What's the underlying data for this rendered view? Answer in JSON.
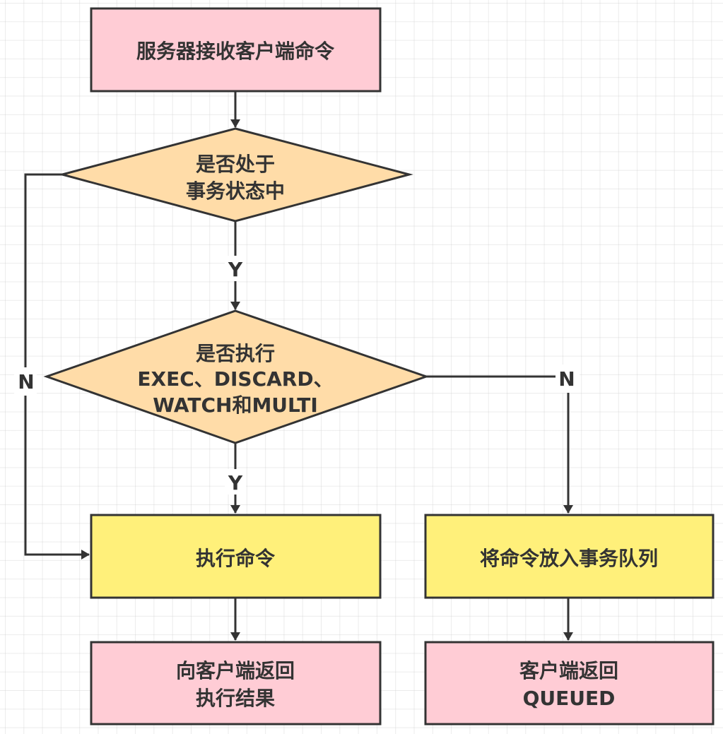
{
  "title": "Redis transaction command handling flowchart",
  "colors": {
    "stroke": "#333333",
    "process_pink": "#ffccd5",
    "decision_orange": "#ffdca8",
    "action_yellow": "#fff07a",
    "text": "#333333"
  },
  "nodes": {
    "receive": {
      "type": "process",
      "lines": [
        "服务器接收客户端命令"
      ]
    },
    "in_transaction": {
      "type": "decision",
      "lines": [
        "是否处于",
        "事务状态中"
      ]
    },
    "is_special_cmd": {
      "type": "decision",
      "lines": [
        "是否执行",
        "EXEC、DISCARD、",
        "WATCH和MULTI"
      ]
    },
    "execute": {
      "type": "action",
      "lines": [
        "执行命令"
      ]
    },
    "enqueue": {
      "type": "action",
      "lines": [
        "将命令放入事务队列"
      ]
    },
    "return_result": {
      "type": "process",
      "lines": [
        "向客户端返回",
        "执行结果"
      ]
    },
    "return_queued": {
      "type": "process",
      "lines": [
        "客户端返回",
        "QUEUED"
      ]
    }
  },
  "edges": [
    {
      "from": "receive",
      "to": "in_transaction",
      "label": ""
    },
    {
      "from": "in_transaction",
      "to": "is_special_cmd",
      "label": "Y"
    },
    {
      "from": "in_transaction",
      "to": "execute",
      "label": "N"
    },
    {
      "from": "is_special_cmd",
      "to": "execute",
      "label": "Y"
    },
    {
      "from": "is_special_cmd",
      "to": "enqueue",
      "label": "N"
    },
    {
      "from": "execute",
      "to": "return_result",
      "label": ""
    },
    {
      "from": "enqueue",
      "to": "return_queued",
      "label": ""
    }
  ]
}
